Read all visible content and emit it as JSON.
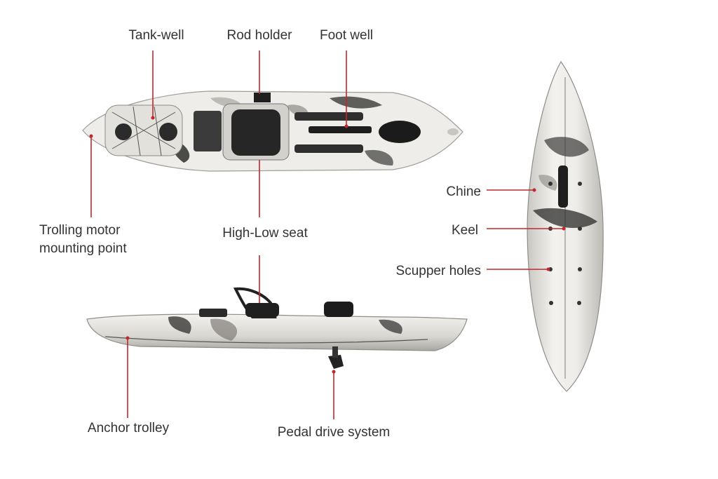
{
  "accent_color": "#c0282d",
  "hull_colors": {
    "white": "#f2f0ec",
    "grey": "#b9b8b3",
    "dark": "#2a2a2a",
    "black": "#141414"
  },
  "labels": {
    "tank_well": "Tank-well",
    "rod_holder": "Rod holder",
    "foot_well": "Foot well",
    "trolling_line1": "Trolling motor",
    "trolling_line2": "mounting point",
    "high_low_seat": "High-Low seat",
    "chine": "Chine",
    "keel": "Keel",
    "scupper_holes": "Scupper holes",
    "anchor_trolley": "Anchor trolley",
    "pedal_drive": "Pedal drive system"
  },
  "views": [
    "top-view",
    "side-view",
    "bottom-view"
  ]
}
